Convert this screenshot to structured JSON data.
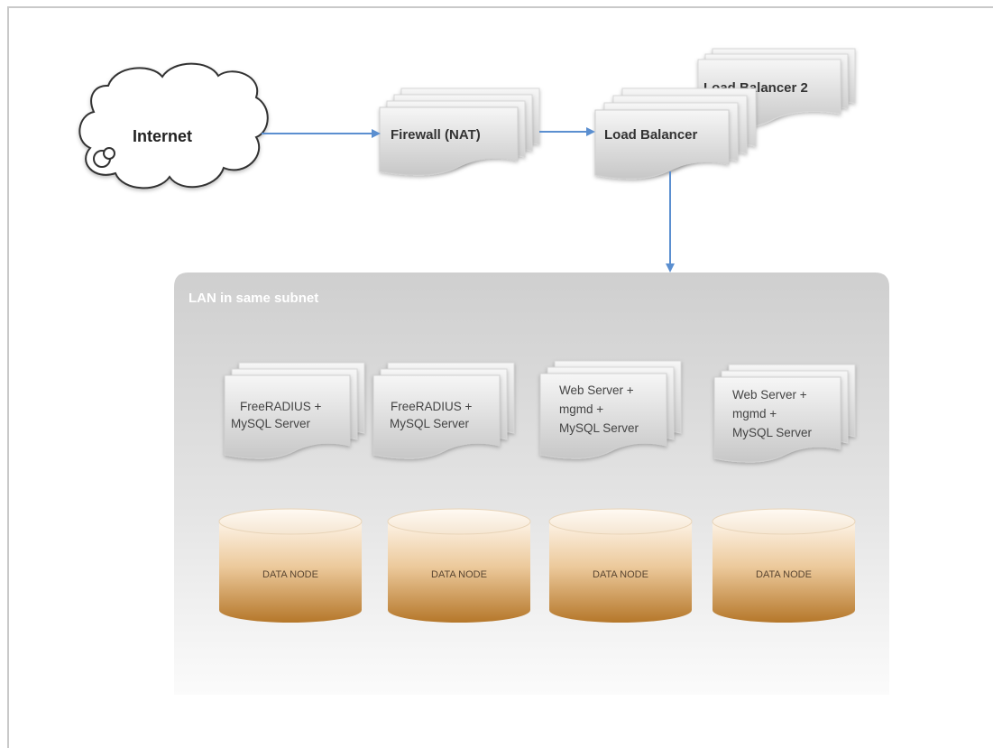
{
  "diagram": {
    "internet": "Internet",
    "firewall": "Firewall (NAT)",
    "load_balancer": "Load Balancer",
    "load_balancer_2": "Load Balancer 2",
    "lan_title": "LAN in same subnet",
    "servers": [
      {
        "line1": "FreeRADIUS +",
        "line2": "MySQL Server",
        "line3": ""
      },
      {
        "line1": "FreeRADIUS +",
        "line2": "MySQL Server",
        "line3": ""
      },
      {
        "line1": "Web Server +",
        "line2": "mgmd +",
        "line3": "MySQL Server"
      },
      {
        "line1": "Web Server +",
        "line2": "mgmd +",
        "line3": "MySQL Server"
      }
    ],
    "data_nodes": [
      "DATA NODE",
      "DATA NODE",
      "DATA NODE",
      "DATA NODE"
    ],
    "colors": {
      "arrow": "#5b8fd0",
      "doc_fill_top": "#f4f4f4",
      "doc_fill_bottom": "#c9c9c9",
      "cylinder_top": "#fbeede",
      "cylinder_bottom": "#b77a2a",
      "lan_fill": "#d2d2d2"
    }
  }
}
